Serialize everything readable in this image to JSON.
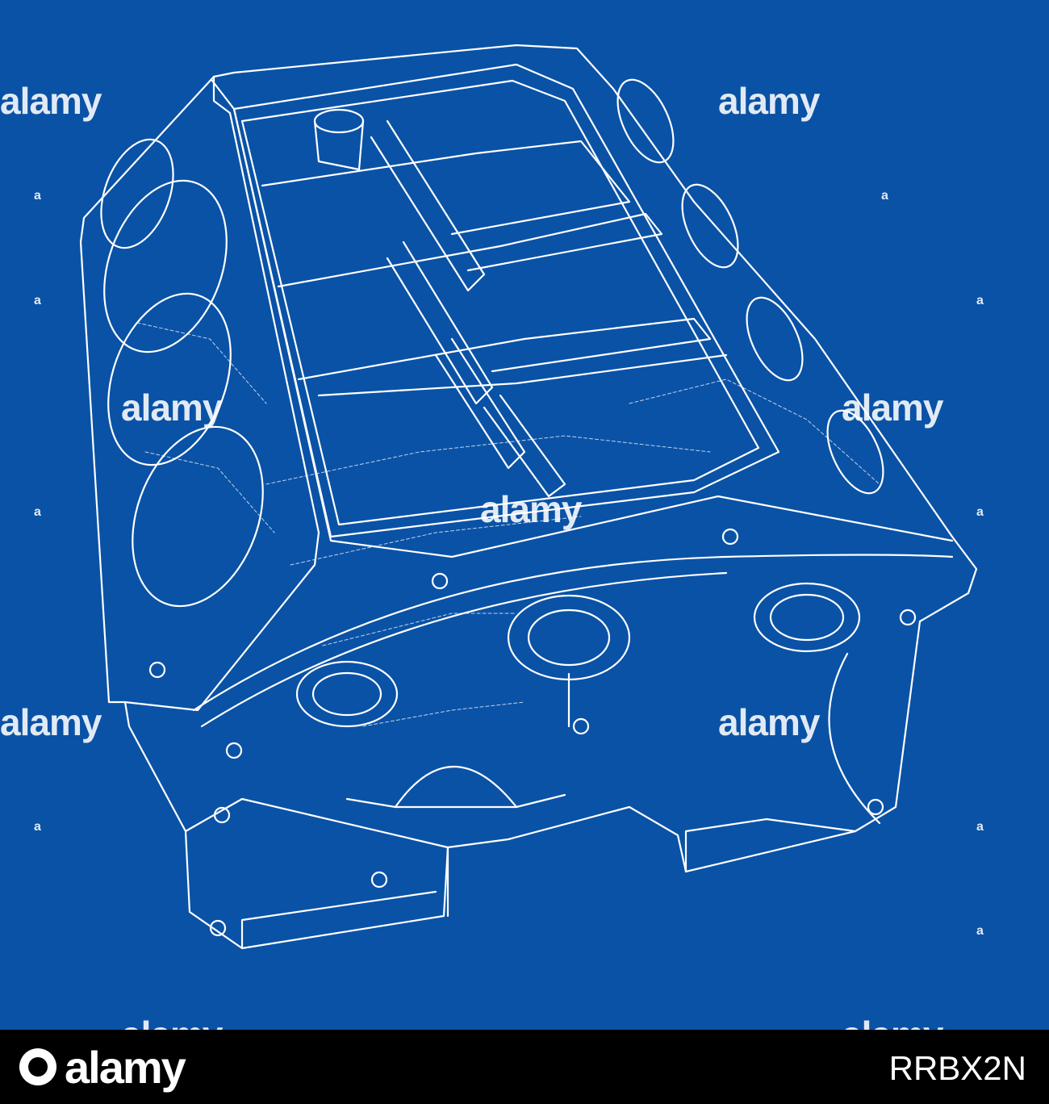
{
  "colors": {
    "background": "#0a52a6",
    "line": "#ffffff",
    "footer": "#000000"
  },
  "watermark": {
    "text": "alamy",
    "mark": "a"
  },
  "footer": {
    "brand": "alamy",
    "image_id": "RRBX2N"
  },
  "icons": {
    "logo": "alamy-logo-icon"
  }
}
